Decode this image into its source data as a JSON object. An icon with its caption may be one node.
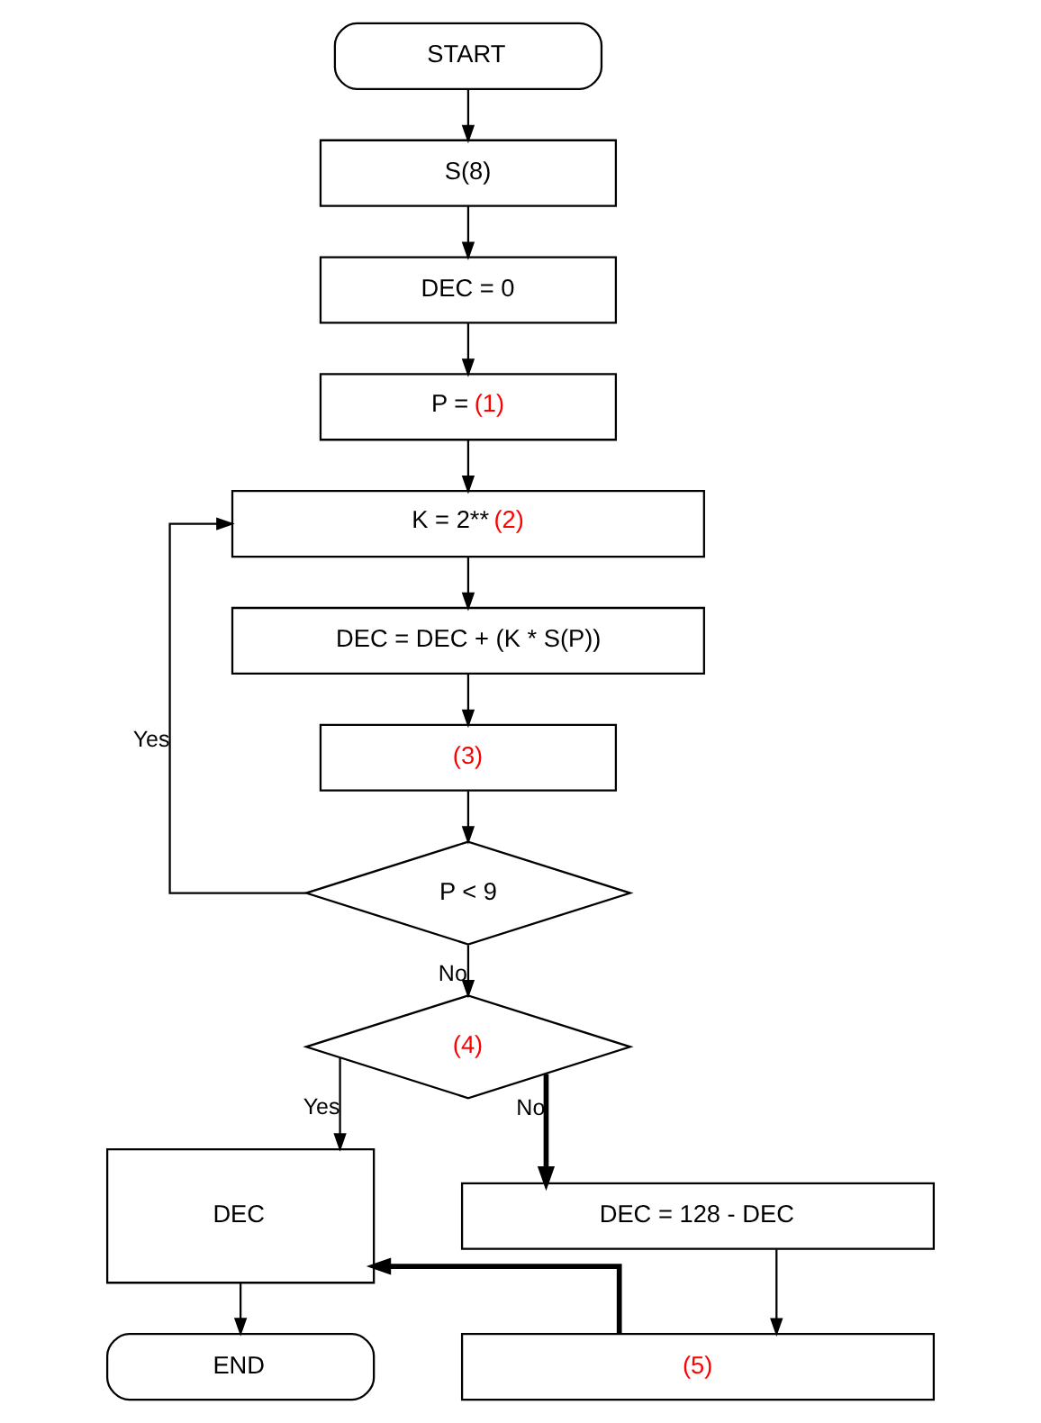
{
  "diagram": {
    "nodes": [
      {
        "text": [
          "START"
        ]
      },
      {
        "text": [
          "S(8)"
        ]
      },
      {
        "text": [
          "DEC = 0"
        ]
      },
      {
        "text": [
          "P = (1)"
        ]
      },
      {
        "text": [
          "K = 2** (2)"
        ]
      },
      {
        "text": [
          "DEC = DEC + (K * S(P))"
        ]
      },
      {
        "text": [
          "(3)"
        ]
      },
      {
        "text": [
          "P < 9"
        ]
      },
      {
        "text": [
          "(4)"
        ]
      },
      {
        "text": [
          "DEC"
        ]
      },
      {
        "text": [
          "DEC = 128 - DEC"
        ]
      },
      {
        "text": [
          "(5)"
        ]
      },
      {
        "text": [
          "END"
        ]
      }
    ],
    "edges": [
      {
        "from": 0,
        "to": 1,
        "arrow": "to"
      },
      {
        "from": 1,
        "to": 2,
        "arrow": "to"
      },
      {
        "from": 2,
        "to": 3,
        "arrow": "to"
      },
      {
        "from": 3,
        "to": 4,
        "arrow": "to"
      },
      {
        "from": 4,
        "to": 5,
        "arrow": "to"
      },
      {
        "from": 5,
        "to": 6,
        "arrow": "to"
      },
      {
        "from": 6,
        "to": 7,
        "arrow": "to"
      },
      {
        "from": 7,
        "to": 4,
        "arrow": "to",
        "label": "Yes"
      },
      {
        "from": 7,
        "to": 8,
        "arrow": "to",
        "label": "No"
      },
      {
        "from": 8,
        "to": 9,
        "arrow": "to",
        "label": "Yes"
      },
      {
        "from": 8,
        "to": 10,
        "arrow": "to",
        "label": "No",
        "style": "thick"
      },
      {
        "from": 10,
        "to": 11,
        "arrow": "to"
      },
      {
        "from": 11,
        "to": 9,
        "arrow": "to",
        "style": "thick"
      },
      {
        "from": 9,
        "to": 12,
        "arrow": "to"
      }
    ]
  }
}
